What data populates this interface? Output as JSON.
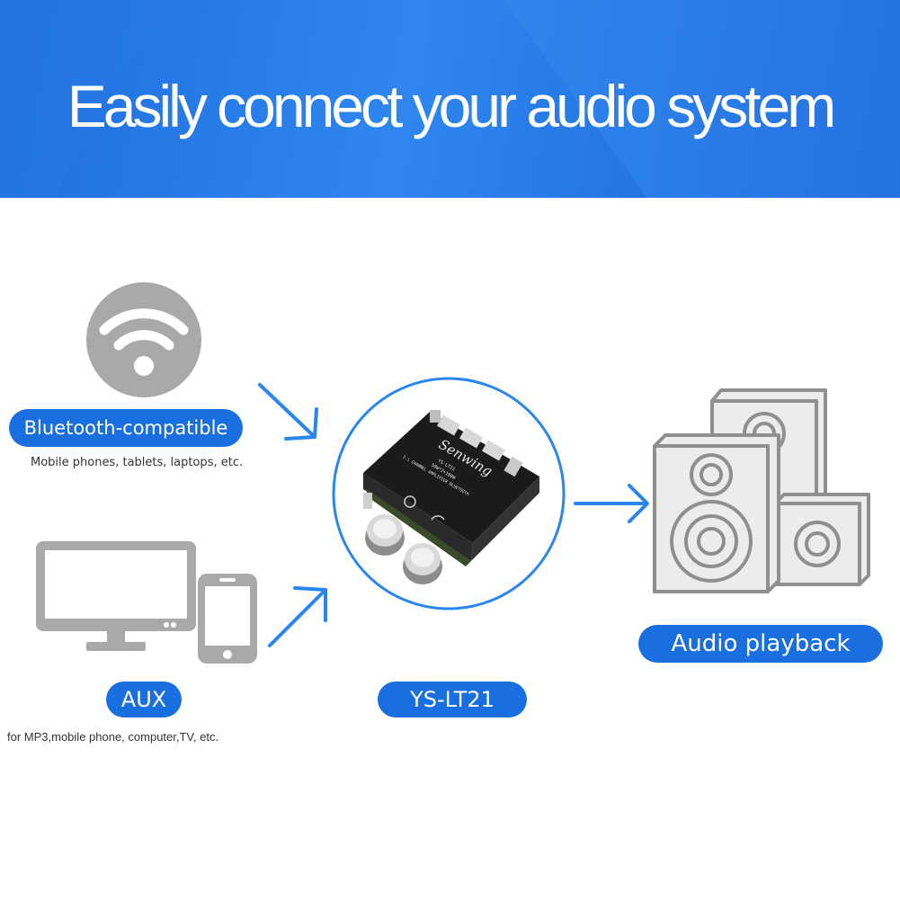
{
  "banner": {
    "title": "Easily connect your audio system"
  },
  "bluetooth": {
    "label": "Bluetooth-compatible",
    "caption": "Mobile phones, tablets, laptops, etc.",
    "icon": "wifi-icon"
  },
  "aux": {
    "label": "AUX",
    "caption": "for MP3,mobile phone, computer,TV, etc.",
    "icons": [
      "monitor-icon",
      "smartphone-icon"
    ]
  },
  "device": {
    "label": "YS-LT21",
    "board_brand": "Senwing",
    "board_model": "YS-LT21",
    "board_spec": "50W*2+100W",
    "board_desc_1": "2.1 CHANNEL AMPLIFIER BLUETOOTH",
    "board_desc_2": "2.1 CHANNEL AMPLIFIER BLUETOOTH"
  },
  "output": {
    "label": "Audio playback",
    "icon": "speakers-icon"
  },
  "colors": {
    "accent": "#1a6fe0",
    "icon_gray": "#a9a9a9",
    "arrow": "#2a86ee"
  }
}
